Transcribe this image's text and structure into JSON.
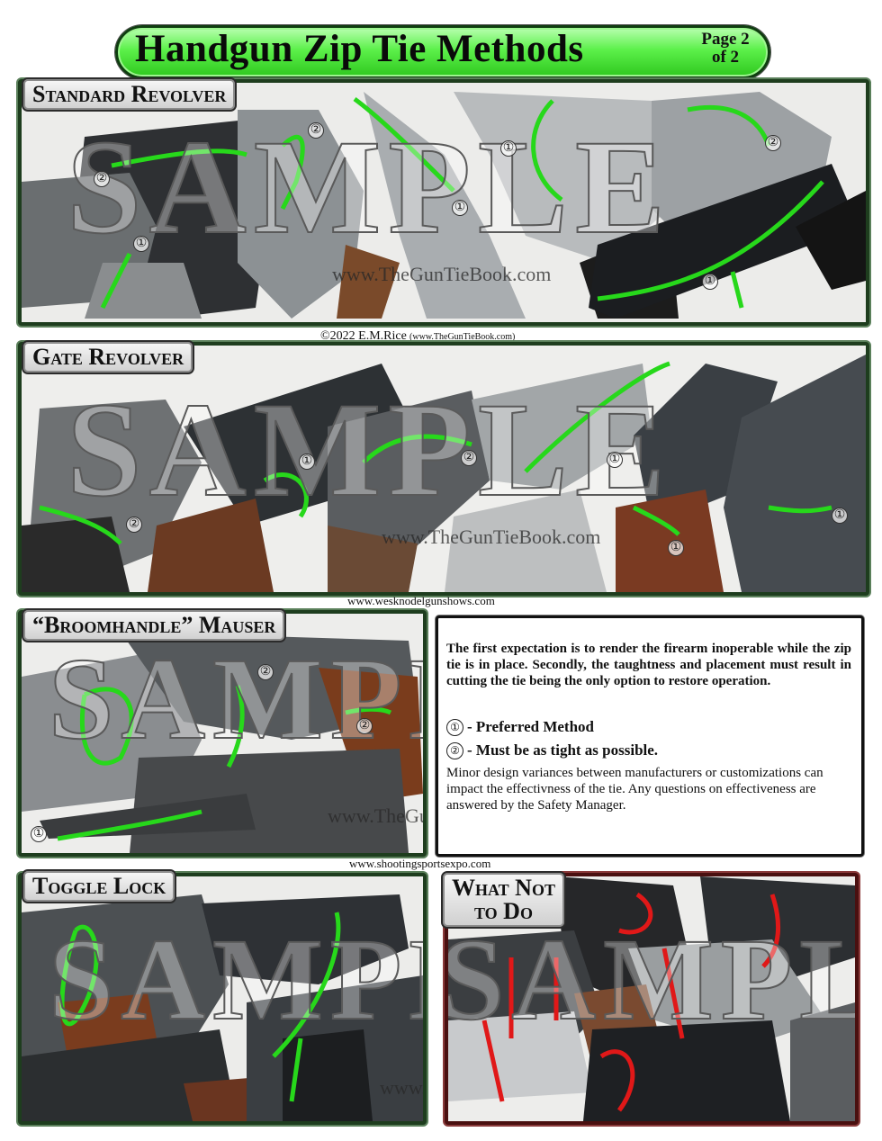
{
  "header": {
    "title": "Handgun Zip Tie Methods",
    "page_note": "Page 2 of 2"
  },
  "sections": {
    "standard_revolver": {
      "label": "Standard Revolver"
    },
    "gate_revolver": {
      "label": "Gate Revolver"
    },
    "mauser": {
      "label": "“Broomhandle” Mauser"
    },
    "toggle_lock": {
      "label": "Toggle Lock"
    },
    "what_not": {
      "label_line1": "What Not",
      "label_line2": "to Do"
    }
  },
  "watermark": {
    "text": "SAMPLE",
    "url": "www.TheGunTieBook.com"
  },
  "copyright": {
    "main": "©2022 E.M.Rice",
    "url": "(www.TheGunTieBook.com)"
  },
  "links": {
    "wesknodel": "www.wesknodelgunshows.com",
    "shootingsports": "www.shootingsportsexpo.com"
  },
  "markers": {
    "one": "①",
    "two": "②"
  },
  "info": {
    "paragraph1": "The first expectation is to render the firearm inoperable while the zip tie is in place. Secondly, the taughtness and placement must result in cutting the tie being the only option to restore operation.",
    "legend": [
      {
        "num": "①",
        "text": "- Preferred Method"
      },
      {
        "num": "②",
        "text": "- Must be as tight as possible."
      }
    ],
    "paragraph2": "Minor design variances between manufacturers or customizations can impact the effectivness of the tie. Any questions on effectiveness are answered by the Safety Manager."
  },
  "colors": {
    "tie_green": "#27d81b",
    "tie_red": "#e01818",
    "frame_green": "#1e3d1e",
    "frame_red": "#4a1010"
  }
}
